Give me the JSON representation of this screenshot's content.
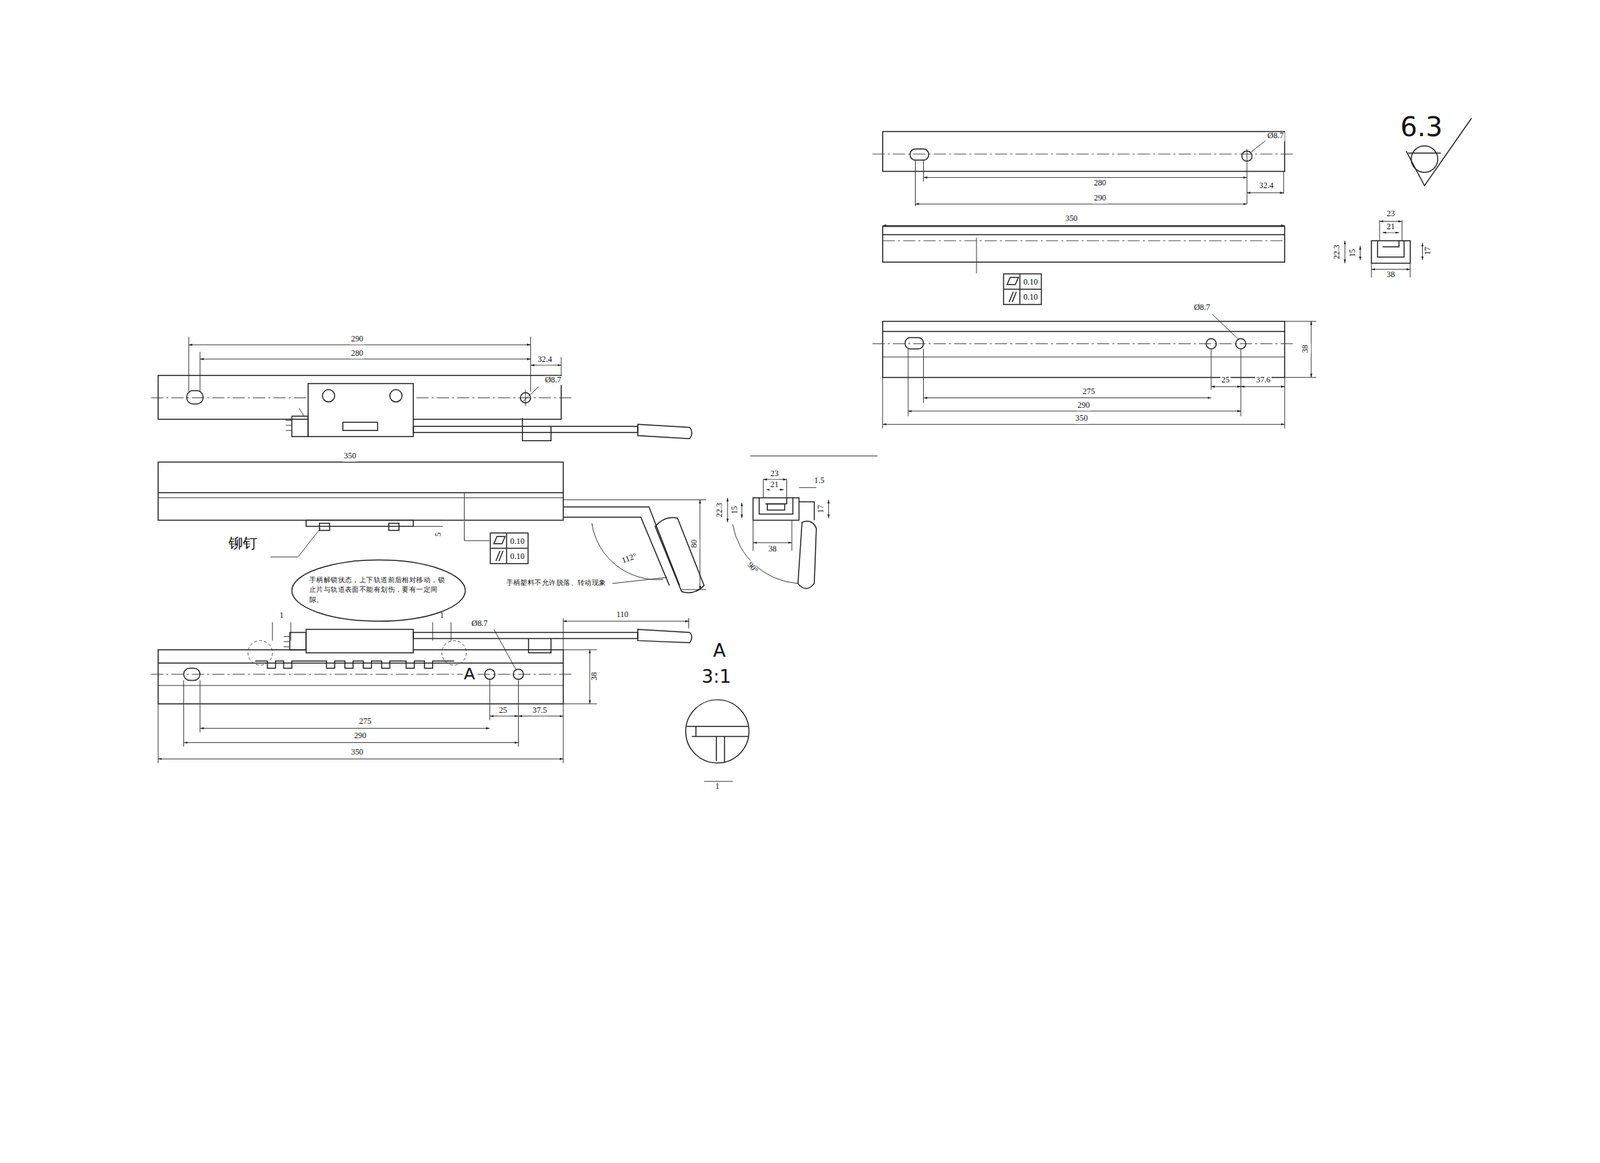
{
  "diagram": {
    "nodes": [
      {
        "text": [
          "手柄解锁状态，上下轨道前后相对移动，锁止片与轨道表面不能有划伤，要有一定间隙。"
        ]
      },
      {
        "text": [
          "0.10",
          "0.10"
        ]
      },
      {
        "text": [
          "0.10",
          "0.10"
        ]
      }
    ],
    "labels": [
      "290",
      "280",
      "32.4",
      "Ø8.7",
      "350",
      "铆钉",
      "5",
      "80",
      "112°",
      "手柄塑料不允许脱落、转动现象",
      "23",
      "21",
      "1.5",
      "22.3",
      "15",
      "17",
      "38",
      "90°",
      "1",
      "1",
      "110",
      "Ø8.7",
      "A",
      "38",
      "25",
      "37.5",
      "275",
      "290",
      "350",
      "A",
      "3:1",
      "1",
      "Ø8.7",
      "280",
      "32.4",
      "290",
      "350",
      "Ø8.7",
      "38",
      "25",
      "37.6",
      "275",
      "290",
      "350",
      "23",
      "21",
      "22.3",
      "15",
      "17",
      "38",
      "6.3"
    ]
  }
}
